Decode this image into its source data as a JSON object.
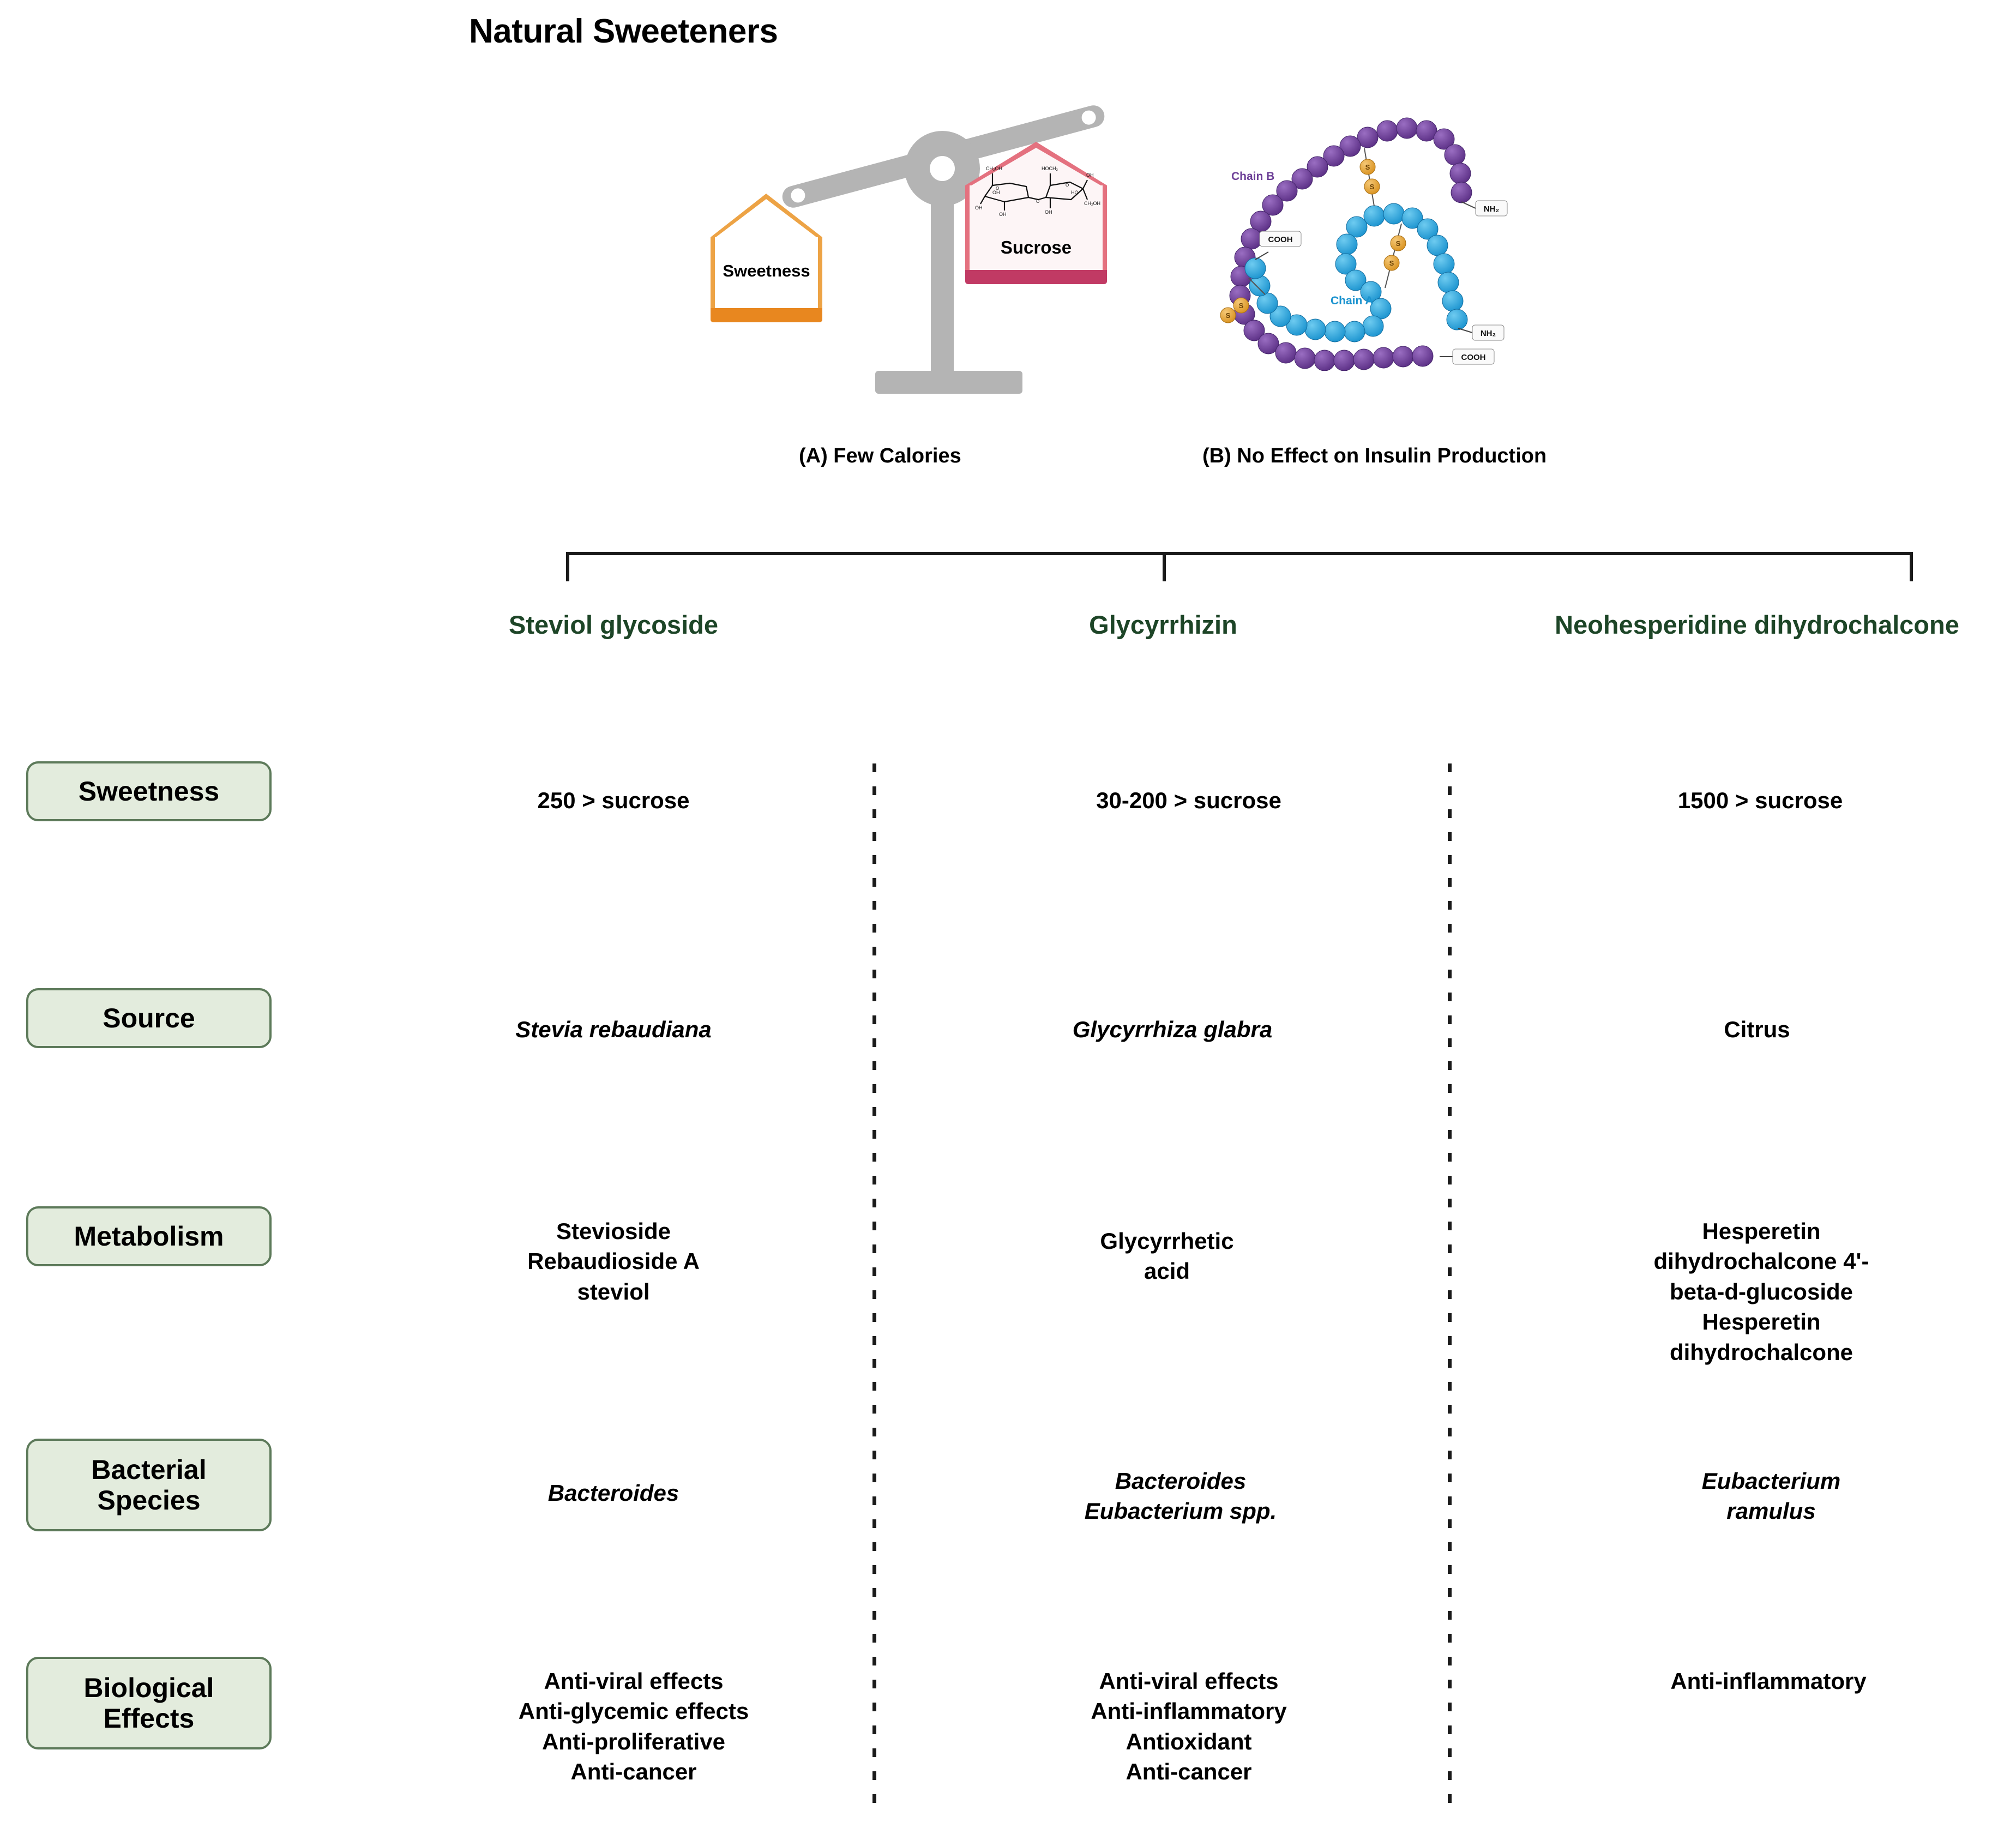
{
  "title": "Natural Sweeteners",
  "colors": {
    "header_green": "#1d4527",
    "label_box_fill": "#e3ecdd",
    "label_box_border": "#5d7a5a",
    "scale_gray": "#b4b4b4",
    "pan_left_outline": "#eda345",
    "pan_left_plate": "#e8871f",
    "pan_right_outline": "#e4717f",
    "pan_right_plate": "#c13a64",
    "chain_a_blue": "#29a8df",
    "chain_b_purple": "#6b3d96",
    "sulfur_gold": "#e8a33d"
  },
  "panels": [
    {
      "id": "panel-a",
      "caption": "(A) Few Calories",
      "icon": "balance-scale",
      "pans": [
        {
          "label": "Sweetness",
          "side": "left",
          "state": "down"
        },
        {
          "label": "Sucrose",
          "side": "right",
          "state": "up",
          "structure": "sucrose-skeletal-formula"
        }
      ]
    },
    {
      "id": "panel-b",
      "caption": "(B) No Effect on Insulin Production",
      "icon": "insulin-molecule",
      "chain_labels": [
        "Chain B",
        "Chain A"
      ],
      "terminus_labels": [
        "NH2",
        "NH2",
        "COOH",
        "COOH"
      ],
      "bond_label": "S"
    }
  ],
  "columns": [
    {
      "label": "Steviol glycoside"
    },
    {
      "label": "Glycyrrhizin"
    },
    {
      "label": "Neohesperidine dihydrochalcone"
    }
  ],
  "rows": [
    {
      "label": "Sweetness",
      "cells": [
        {
          "text": "250 > sucrose",
          "italic": false
        },
        {
          "text": "30-200 > sucrose",
          "italic": false
        },
        {
          "text": "1500 > sucrose",
          "italic": false
        }
      ]
    },
    {
      "label": "Source",
      "cells": [
        {
          "text": "Stevia rebaudiana",
          "italic": true
        },
        {
          "text": "Glycyrrhiza glabra",
          "italic": true
        },
        {
          "text": "Citrus",
          "italic": false
        }
      ]
    },
    {
      "label": "Metabolism",
      "cells": [
        {
          "text": "Stevioside\nRebaudioside A\nsteviol",
          "italic": false
        },
        {
          "text": "Glycyrrhetic\nacid",
          "italic": false
        },
        {
          "text": "Hesperetin dihydrochalcone 4'-\nbeta-d-glucoside\nHesperetin dihydrochalcone",
          "italic": false
        }
      ]
    },
    {
      "label": "Bacterial\nSpecies",
      "cells": [
        {
          "text": "Bacteroides",
          "italic": true
        },
        {
          "text": "Bacteroides\nEubacterium spp.",
          "italic": true
        },
        {
          "text": "Eubacterium\nramulus",
          "italic": true
        }
      ]
    },
    {
      "label": "Biological\nEffects",
      "cells": [
        {
          "text": "Anti-viral effects\nAnti-glycemic effects\nAnti-proliferative\nAnti-cancer",
          "italic": false
        },
        {
          "text": "Anti-viral effects\nAnti-inflammatory\nAntioxidant\nAnti-cancer",
          "italic": false
        },
        {
          "text": "Anti-inflammatory",
          "italic": false
        }
      ]
    }
  ]
}
